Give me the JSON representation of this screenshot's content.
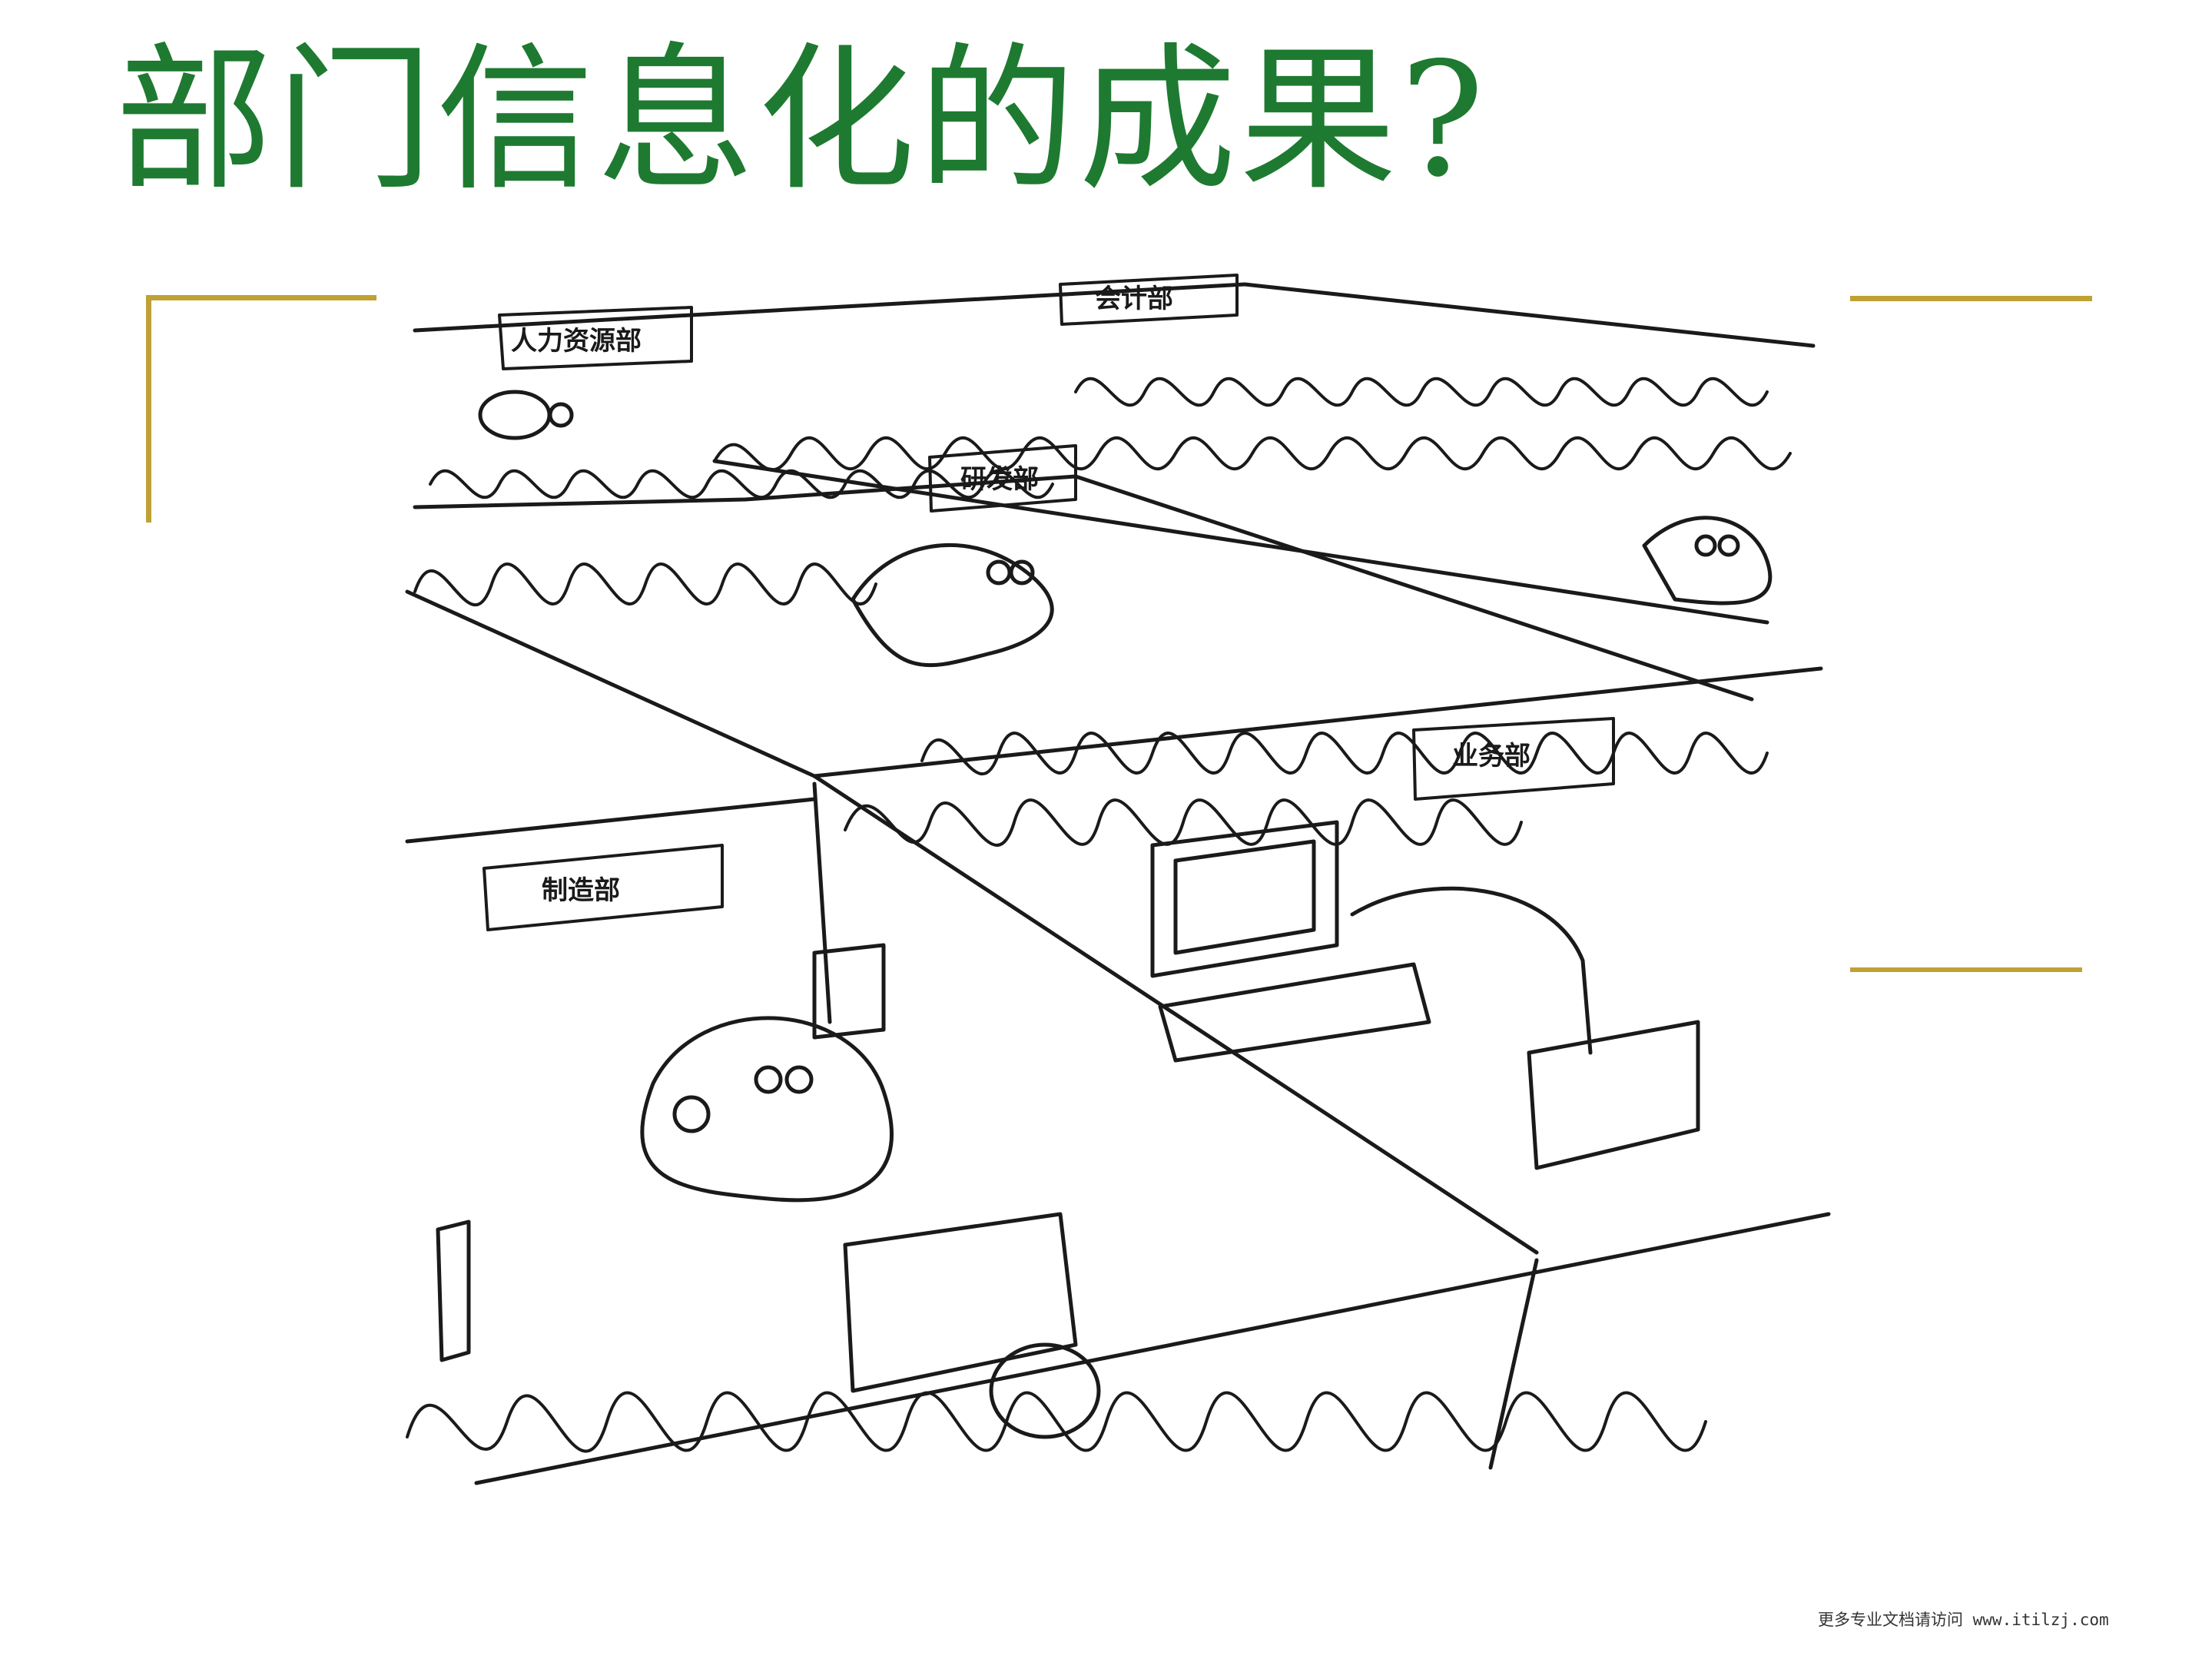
{
  "slide": {
    "title": "部门信息化的成果?",
    "footer": "更多专业文档请访问 www.itilzj.com"
  },
  "illustration": {
    "signs": {
      "hr": "人力资源部",
      "accounting": "会计部",
      "rnd": "研发部",
      "sales": "业务部",
      "manufacturing": "制造部"
    }
  },
  "colors": {
    "title": "#1e7a30",
    "accent": "#bfa135",
    "ink": "#1a1a1a"
  }
}
